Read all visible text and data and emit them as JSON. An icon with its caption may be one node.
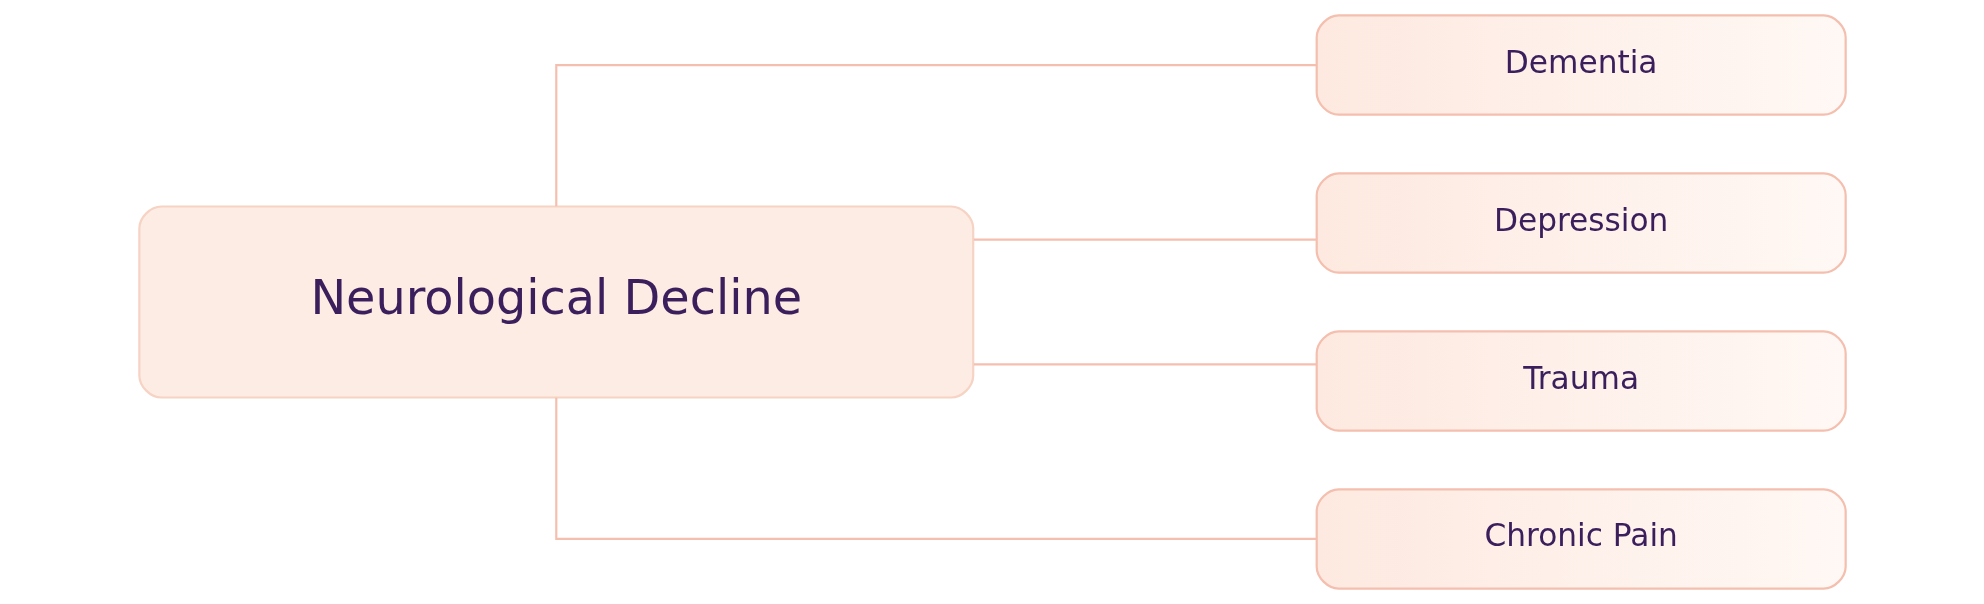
{
  "diagram": {
    "nodes": [
      {
        "text": [
          "Neurological Decline"
        ]
      },
      {
        "text": [
          "Dementia"
        ]
      },
      {
        "text": [
          "Depression"
        ]
      },
      {
        "text": [
          "Trauma"
        ]
      },
      {
        "text": [
          "Chronic Pain"
        ]
      }
    ],
    "edges": [
      {
        "from": 0,
        "to": 1,
        "arrow": "none"
      },
      {
        "from": 0,
        "to": 2,
        "arrow": "none"
      },
      {
        "from": 0,
        "to": 3,
        "arrow": "none"
      },
      {
        "from": 0,
        "to": 4,
        "arrow": "none"
      }
    ]
  }
}
